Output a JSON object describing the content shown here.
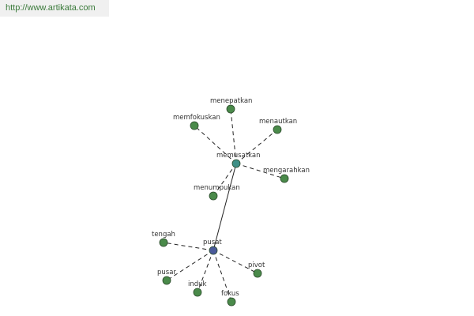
{
  "watermark": "http://www.artikata.com",
  "colors": {
    "node": "#4a8a4a",
    "hub_memusatkan": "#3f8f86",
    "hub_pusat": "#4a5a9a",
    "node_stroke": "#2a4a2a"
  },
  "nodes": [
    {
      "id": "memusatkan",
      "label": "memusatkan",
      "role": "hub"
    },
    {
      "id": "pusat",
      "label": "pusat",
      "role": "hub"
    },
    {
      "id": "menepatkan",
      "label": "menepatkan",
      "role": "leaf"
    },
    {
      "id": "memfokuskan",
      "label": "memfokuskan",
      "role": "leaf"
    },
    {
      "id": "menautkan",
      "label": "menautkan",
      "role": "leaf"
    },
    {
      "id": "mengarahkan",
      "label": "mengarahkan",
      "role": "leaf"
    },
    {
      "id": "menumpukan",
      "label": "menumpukan",
      "role": "leaf"
    },
    {
      "id": "tengah",
      "label": "tengah",
      "role": "leaf"
    },
    {
      "id": "pusar",
      "label": "pusar",
      "role": "leaf"
    },
    {
      "id": "induk",
      "label": "induk",
      "role": "leaf"
    },
    {
      "id": "fokus",
      "label": "fokus",
      "role": "leaf"
    },
    {
      "id": "pivot",
      "label": "pivot",
      "role": "leaf"
    }
  ],
  "edges": [
    {
      "from": "memusatkan",
      "to": "menepatkan",
      "style": "dashed"
    },
    {
      "from": "memusatkan",
      "to": "memfokuskan",
      "style": "dashed"
    },
    {
      "from": "memusatkan",
      "to": "menautkan",
      "style": "dashed"
    },
    {
      "from": "memusatkan",
      "to": "mengarahkan",
      "style": "dashed"
    },
    {
      "from": "memusatkan",
      "to": "menumpukan",
      "style": "dashed"
    },
    {
      "from": "memusatkan",
      "to": "pusat",
      "style": "solid"
    },
    {
      "from": "pusat",
      "to": "tengah",
      "style": "dashed"
    },
    {
      "from": "pusat",
      "to": "pusar",
      "style": "dashed"
    },
    {
      "from": "pusat",
      "to": "induk",
      "style": "dashed"
    },
    {
      "from": "pusat",
      "to": "fokus",
      "style": "dashed"
    },
    {
      "from": "pusat",
      "to": "pivot",
      "style": "dashed"
    }
  ]
}
